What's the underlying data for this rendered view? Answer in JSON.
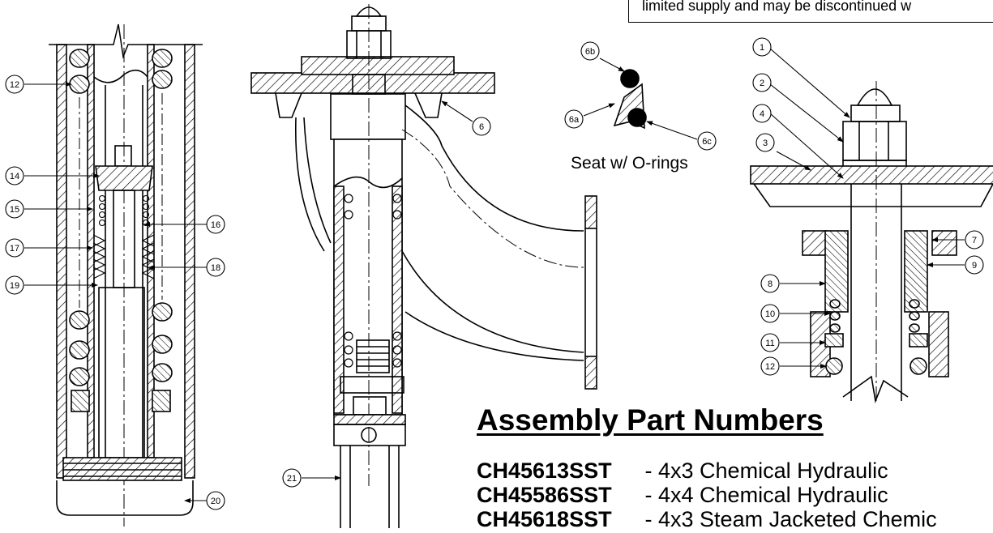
{
  "notice": {
    "text": "limited supply and may be discontinued w"
  },
  "callouts": {
    "c1": "1",
    "c2": "2",
    "c3": "3",
    "c4": "4",
    "c6": "6",
    "c6a": "6a",
    "c6b": "6b",
    "c6c": "6c",
    "c7": "7",
    "c8": "8",
    "c9": "9",
    "c10": "10",
    "c11": "11",
    "c12a": "12",
    "c12b": "12",
    "c14": "14",
    "c15": "15",
    "c16": "16",
    "c17": "17",
    "c18": "18",
    "c19": "19",
    "c20": "20",
    "c21": "21"
  },
  "seat_caption": "Seat w/ O-rings",
  "assembly": {
    "title": "Assembly Part Numbers",
    "parts": [
      {
        "code": "CH45613SST",
        "desc": "- 4x3 Chemical Hydraulic"
      },
      {
        "code": "CH45586SST",
        "desc": "- 4x4 Chemical Hydraulic"
      },
      {
        "code": "CH45618SST",
        "desc": "- 4x3 Steam Jacketed Chemic"
      }
    ]
  }
}
